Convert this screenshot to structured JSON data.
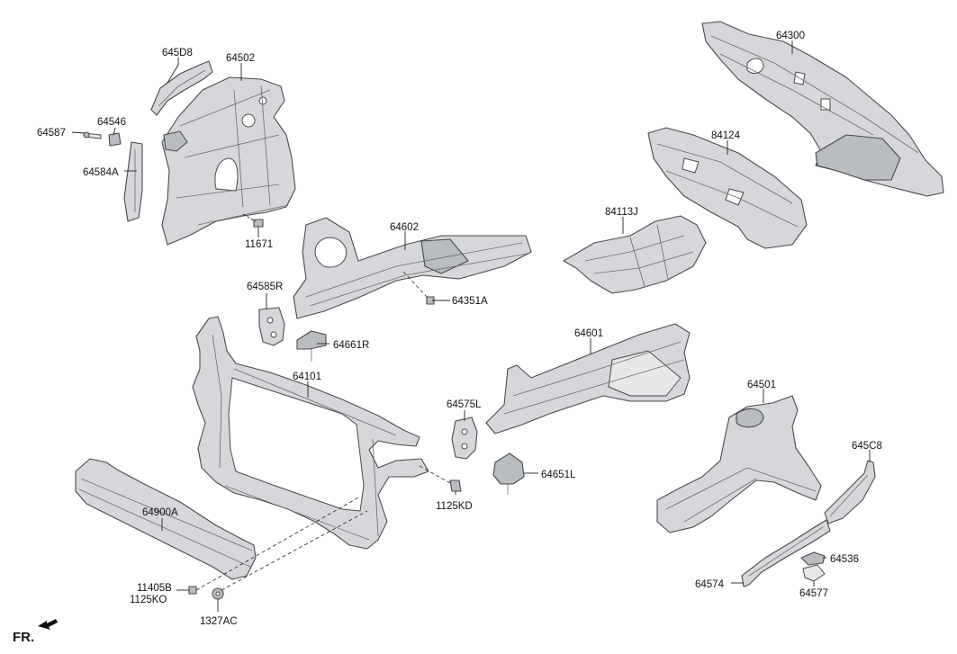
{
  "labels": {
    "p645D8": "645D8",
    "p64502": "64502",
    "p64587": "64587",
    "p64546": "64546",
    "p64584A": "64584A",
    "p11671": "11671",
    "p64602": "64602",
    "p64585R": "64585R",
    "p64661R": "64661R",
    "p64351A": "64351A",
    "p64300": "64300",
    "p84124": "84124",
    "p84113J": "84113J",
    "p64601": "64601",
    "p64101": "64101",
    "p64575L": "64575L",
    "p64651L": "64651L",
    "p1125KD": "1125KD",
    "p64501": "64501",
    "p645C8": "645C8",
    "p64900A": "64900A",
    "p11405B": "11405B",
    "p1125KO": "1125KO",
    "p1327AC": "1327AC",
    "p64536": "64536",
    "p64574": "64574",
    "p64577": "64577"
  },
  "direction_indicator": "FR."
}
